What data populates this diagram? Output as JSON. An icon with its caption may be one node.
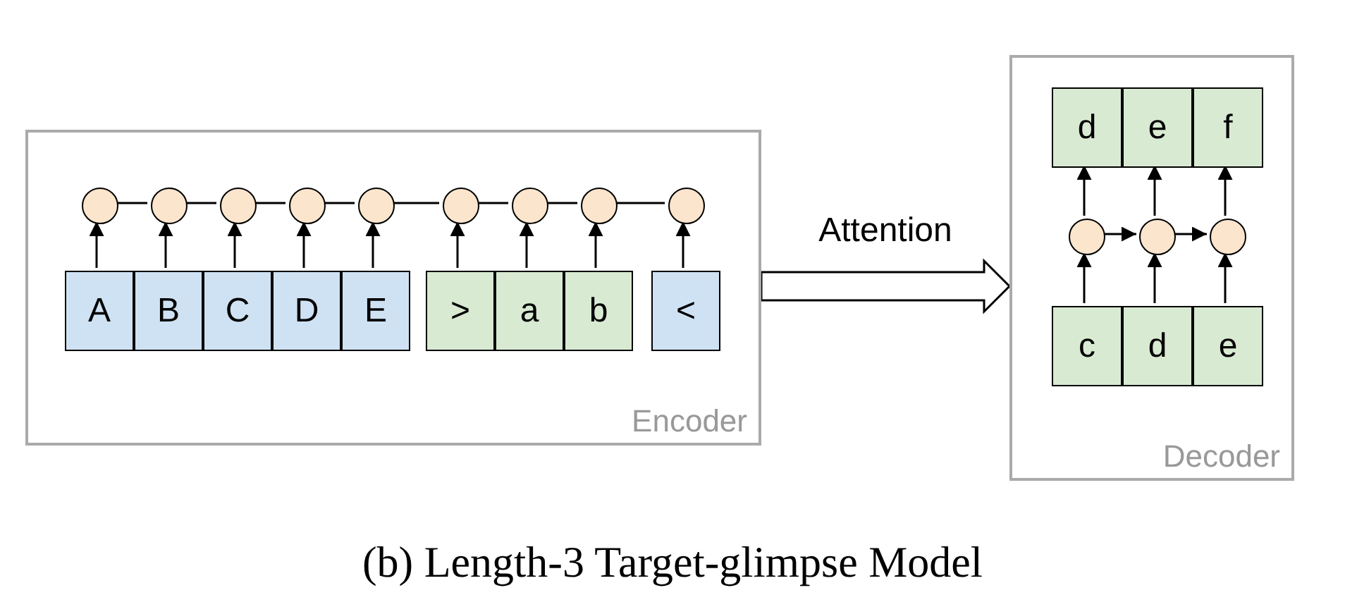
{
  "diagram": {
    "caption": "(b) Length-3 Target-glimpse Model",
    "nodes": [
      {
        "text": [
          "Encoder"
        ]
      },
      {
        "text": [
          "Decoder"
        ]
      },
      {
        "text": [
          "A"
        ],
        "in": 0
      },
      {
        "text": [
          "B"
        ],
        "in": 0
      },
      {
        "text": [
          "C"
        ],
        "in": 0
      },
      {
        "text": [
          "D"
        ],
        "in": 0
      },
      {
        "text": [
          "E"
        ],
        "in": 0
      },
      {
        "text": [
          ">"
        ],
        "in": 0
      },
      {
        "text": [
          "a"
        ],
        "in": 0
      },
      {
        "text": [
          "b"
        ],
        "in": 0
      },
      {
        "text": [
          "<"
        ],
        "in": 0
      },
      {
        "text": [],
        "shape": "circle",
        "in": 0
      },
      {
        "text": [],
        "shape": "circle",
        "in": 0
      },
      {
        "text": [],
        "shape": "circle",
        "in": 0
      },
      {
        "text": [],
        "shape": "circle",
        "in": 0
      },
      {
        "text": [],
        "shape": "circle",
        "in": 0
      },
      {
        "text": [],
        "shape": "circle",
        "in": 0
      },
      {
        "text": [],
        "shape": "circle",
        "in": 0
      },
      {
        "text": [],
        "shape": "circle",
        "in": 0
      },
      {
        "text": [],
        "shape": "circle",
        "in": 0
      },
      {
        "text": [
          "d"
        ],
        "in": 1
      },
      {
        "text": [
          "e"
        ],
        "in": 1
      },
      {
        "text": [
          "f"
        ],
        "in": 1
      },
      {
        "text": [],
        "shape": "circle",
        "in": 1
      },
      {
        "text": [],
        "shape": "circle",
        "in": 1
      },
      {
        "text": [],
        "shape": "circle",
        "in": 1
      },
      {
        "text": [
          "c"
        ],
        "in": 1
      },
      {
        "text": [
          "d"
        ],
        "in": 1
      },
      {
        "text": [
          "e"
        ],
        "in": 1
      }
    ],
    "edges": [
      {
        "from": 2,
        "to": 11,
        "arrow": "to"
      },
      {
        "from": 3,
        "to": 12,
        "arrow": "to"
      },
      {
        "from": 4,
        "to": 13,
        "arrow": "to"
      },
      {
        "from": 5,
        "to": 14,
        "arrow": "to"
      },
      {
        "from": 6,
        "to": 15,
        "arrow": "to"
      },
      {
        "from": 7,
        "to": 16,
        "arrow": "to"
      },
      {
        "from": 8,
        "to": 17,
        "arrow": "to"
      },
      {
        "from": 9,
        "to": 18,
        "arrow": "to"
      },
      {
        "from": 10,
        "to": 19,
        "arrow": "to"
      },
      {
        "from": 11,
        "to": 12,
        "arrow": "none"
      },
      {
        "from": 12,
        "to": 13,
        "arrow": "none"
      },
      {
        "from": 13,
        "to": 14,
        "arrow": "none"
      },
      {
        "from": 14,
        "to": 15,
        "arrow": "none"
      },
      {
        "from": 15,
        "to": 16,
        "arrow": "none"
      },
      {
        "from": 16,
        "to": 17,
        "arrow": "none"
      },
      {
        "from": 17,
        "to": 18,
        "arrow": "none"
      },
      {
        "from": 18,
        "to": 19,
        "arrow": "none"
      },
      {
        "from": 26,
        "to": 23,
        "arrow": "to"
      },
      {
        "from": 27,
        "to": 24,
        "arrow": "to"
      },
      {
        "from": 28,
        "to": 25,
        "arrow": "to"
      },
      {
        "from": 23,
        "to": 20,
        "arrow": "to"
      },
      {
        "from": 24,
        "to": 21,
        "arrow": "to"
      },
      {
        "from": 25,
        "to": 22,
        "arrow": "to"
      },
      {
        "from": 23,
        "to": 24,
        "arrow": "to"
      },
      {
        "from": 24,
        "to": 25,
        "arrow": "to"
      },
      {
        "from": 0,
        "to": 1,
        "arrow": "to",
        "label": "Attention",
        "style": "thick"
      }
    ]
  }
}
